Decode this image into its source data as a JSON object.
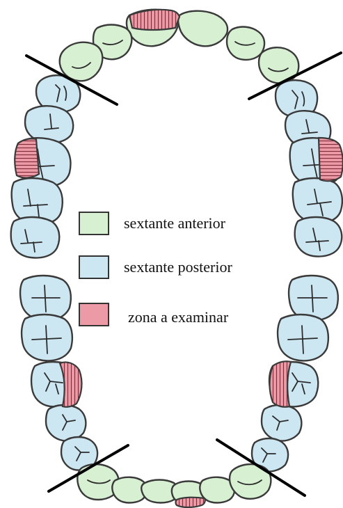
{
  "colors": {
    "anterior": "#d8f0d2",
    "posterior": "#cce6f2",
    "exam": "#ec9aa6",
    "outline": "#3a3a3a"
  },
  "legend": {
    "items": [
      {
        "key": "anterior",
        "label": "sextante anterior"
      },
      {
        "key": "posterior",
        "label": "sextante posterior"
      },
      {
        "key": "exam",
        "label": "zona a examinar"
      }
    ]
  }
}
